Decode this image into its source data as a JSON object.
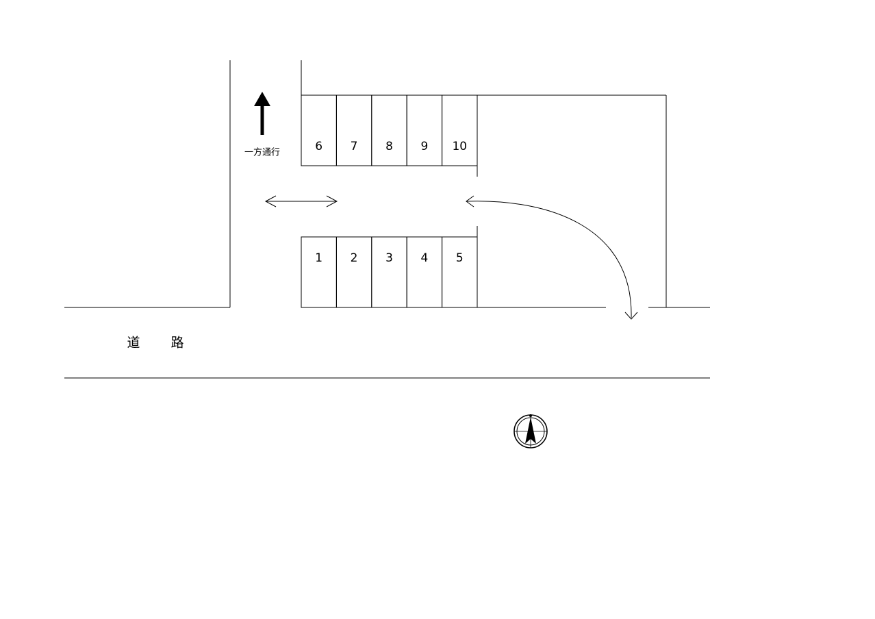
{
  "road": {
    "label_chars": [
      "道",
      "路"
    ]
  },
  "one_way": {
    "label": "一方通行"
  },
  "parking": {
    "top_row": [
      {
        "number": "6"
      },
      {
        "number": "7"
      },
      {
        "number": "8"
      },
      {
        "number": "9"
      },
      {
        "number": "10"
      }
    ],
    "bottom_row": [
      {
        "number": "1"
      },
      {
        "number": "2"
      },
      {
        "number": "3"
      },
      {
        "number": "4"
      },
      {
        "number": "5"
      }
    ]
  },
  "compass": {
    "icon": "north-arrow-compass-icon"
  },
  "colors": {
    "line": "#000000",
    "background": "#ffffff"
  }
}
